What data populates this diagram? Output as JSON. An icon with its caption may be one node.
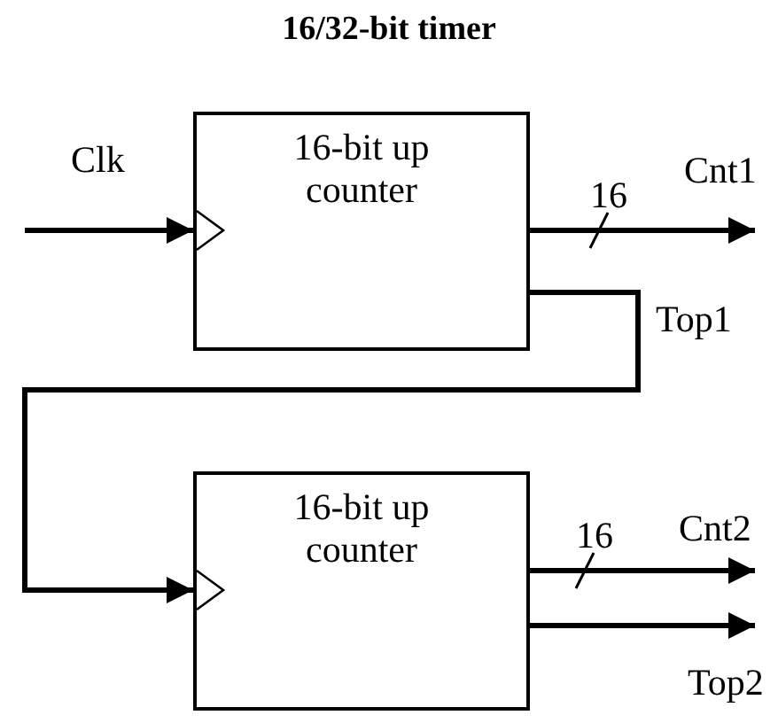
{
  "diagram": {
    "title": "16/32-bit timer",
    "nodes": [
      {
        "text": [
          "16-bit up counter"
        ]
      },
      {
        "text": [
          "16-bit up counter"
        ]
      }
    ],
    "edges": [
      {
        "from": null,
        "to": 0,
        "arrow": "to",
        "label": "Clk"
      },
      {
        "from": 0,
        "to": null,
        "arrow": "to",
        "label": "Cnt1"
      },
      {
        "from": 0,
        "to": 1,
        "arrow": "to",
        "label": "Top1"
      },
      {
        "from": 1,
        "to": null,
        "arrow": "to",
        "label": "Cnt2"
      },
      {
        "from": 1,
        "to": null,
        "arrow": "to",
        "label": "Top2"
      }
    ],
    "labels": [
      "16",
      "16"
    ]
  }
}
